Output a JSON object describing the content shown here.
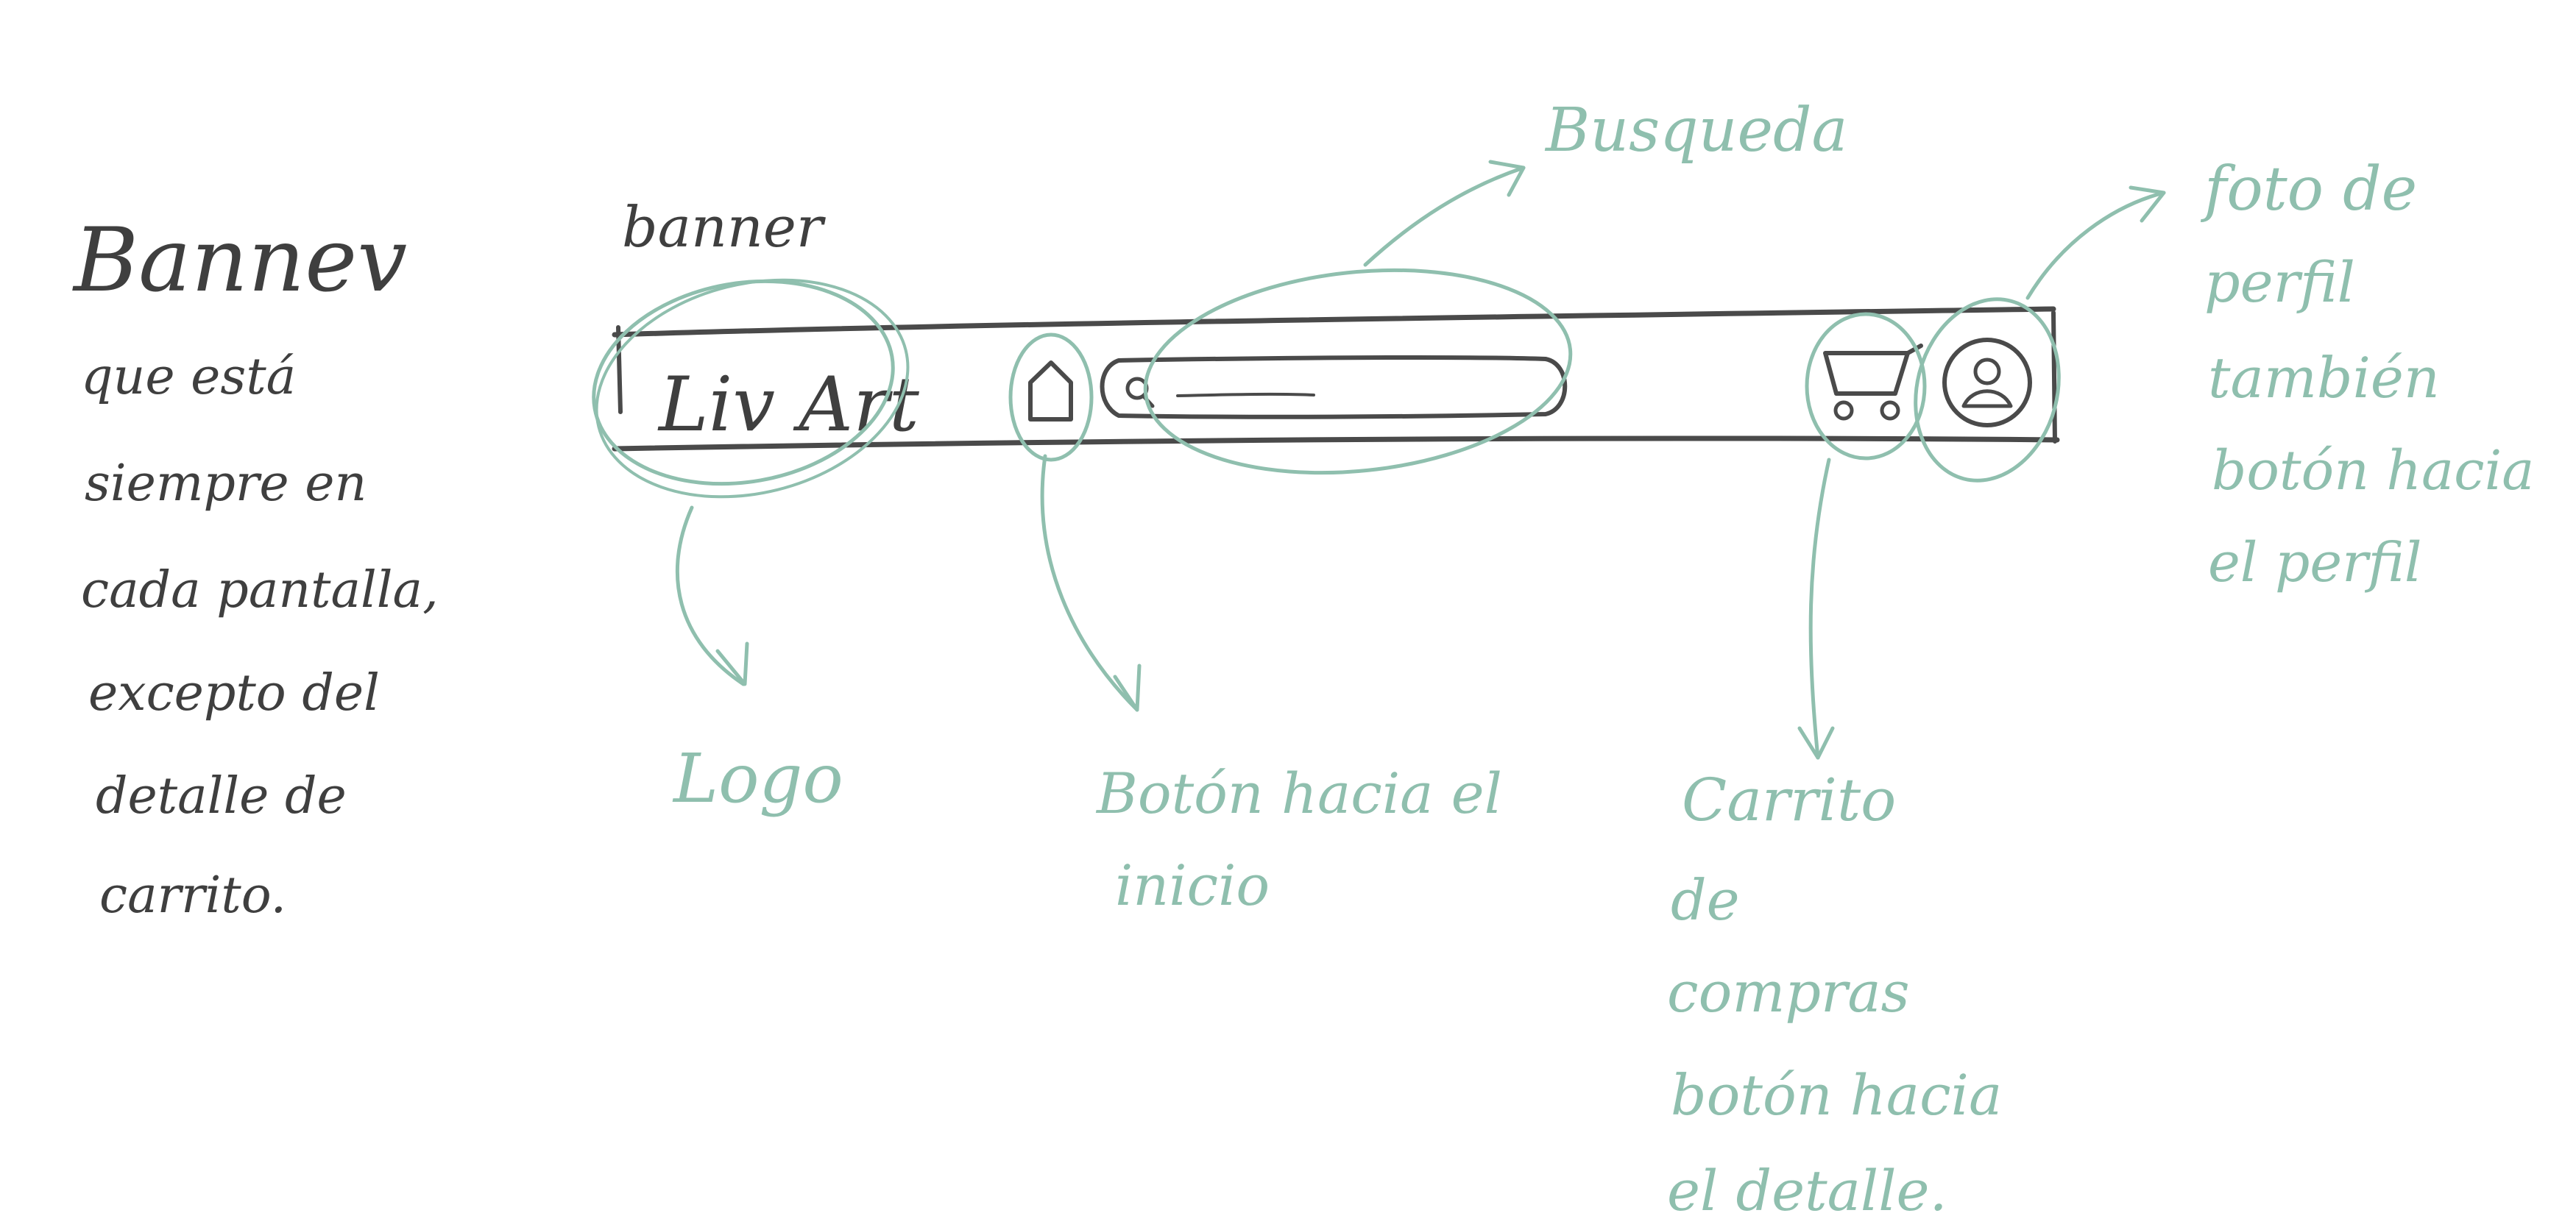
{
  "sidebar_note": {
    "title": "Bannev",
    "lines": [
      "que está",
      "siempre en",
      "cada pantalla,",
      "excepto del",
      "detalle de",
      "carrito."
    ]
  },
  "banner_label": "banner",
  "banner": {
    "logo_text": "Liv Art"
  },
  "annotations": {
    "logo": [
      "Logo"
    ],
    "home": [
      "Botón hacia el",
      "inicio"
    ],
    "search": [
      "Busqueda"
    ],
    "cart": [
      "Carrito",
      "de",
      "compras",
      "botón hacia",
      "el detalle."
    ],
    "profile": [
      "foto de",
      "perfil",
      "también",
      "botón hacia",
      "el perfil"
    ]
  },
  "colors": {
    "pencil": "#4a4a4a",
    "annotation_green": "#8fbfae",
    "background": "#ffffff"
  },
  "icons": [
    "home-icon",
    "search-icon",
    "cart-icon",
    "profile-icon"
  ]
}
